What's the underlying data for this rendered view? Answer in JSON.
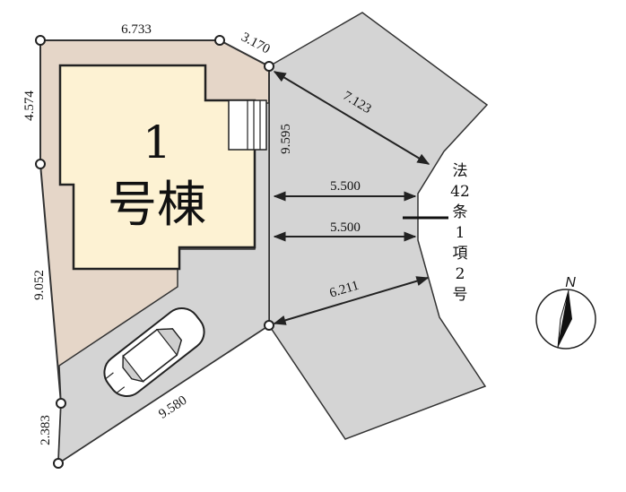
{
  "building": {
    "number": "1",
    "label": "号棟"
  },
  "dimensions": {
    "top": "6.733",
    "top_right": "3.170",
    "left_upper": "4.574",
    "left_middle": "9.052",
    "left_lower": "2.383",
    "bottom": "9.580",
    "right": "9.595",
    "road_upper_diagonal": "7.123",
    "road_width_upper": "5.500",
    "road_width_lower": "5.500",
    "road_lower_diagonal": "6.211"
  },
  "road_note": {
    "chars": [
      "法",
      "42",
      "条",
      "1",
      "項",
      "2",
      "号"
    ]
  },
  "compass": {
    "label": "N",
    "icon": "north-arrow-icon"
  },
  "colors": {
    "lot": "#e5d6c8",
    "building": "#fdf2d3",
    "driveway": "#d4d4d4",
    "road": "#d4d4d4",
    "lines": "#222222"
  }
}
